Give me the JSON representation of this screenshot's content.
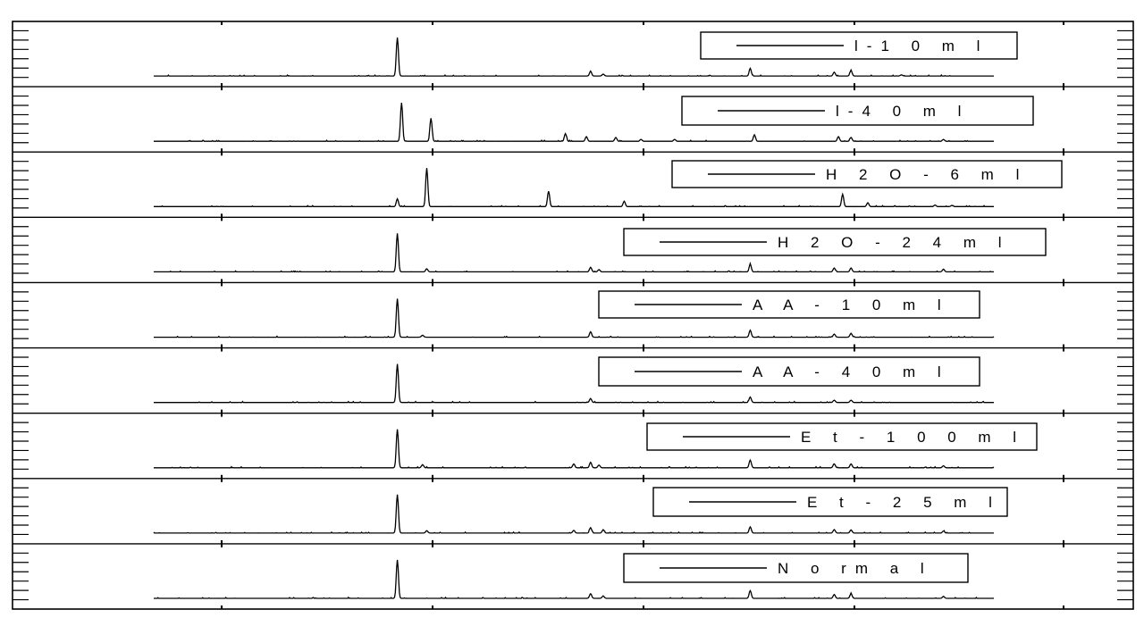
{
  "chart_data": {
    "type": "line",
    "layout_kind": "stacked-spectra",
    "axes_tick_labels_visible": false,
    "grid": false,
    "legend_placement": "top-right inside each panel",
    "colors": {
      "line": "#000000",
      "frame": "#000000",
      "legend_box": "#ffffff"
    },
    "xlim": [
      0,
      100
    ],
    "panels": [
      {
        "name": "l-10ml",
        "legend": "l-1 0 m l",
        "peaks": [
          [
            29,
            1.0
          ],
          [
            52,
            0.12
          ],
          [
            53.5,
            0.05
          ],
          [
            71,
            0.2
          ],
          [
            81,
            0.1
          ],
          [
            83,
            0.14
          ],
          [
            89,
            0.03
          ]
        ]
      },
      {
        "name": "l-40ml",
        "legend": "l-4 0 m l",
        "peaks": [
          [
            29.5,
            1.0
          ],
          [
            33,
            0.6
          ],
          [
            49,
            0.2
          ],
          [
            51.5,
            0.12
          ],
          [
            55,
            0.1
          ],
          [
            58,
            0.05
          ],
          [
            62,
            0.05
          ],
          [
            71.5,
            0.17
          ],
          [
            81.5,
            0.12
          ],
          [
            83,
            0.1
          ],
          [
            94,
            0.05
          ]
        ]
      },
      {
        "name": "H2O-6ml",
        "legend": "H 2 O - 6 m l",
        "peaks": [
          [
            29,
            0.2
          ],
          [
            32.5,
            1.0
          ],
          [
            47,
            0.4
          ],
          [
            56,
            0.14
          ],
          [
            82,
            0.32
          ],
          [
            85,
            0.1
          ],
          [
            93,
            0.04
          ],
          [
            95,
            0.03
          ]
        ]
      },
      {
        "name": "H2O-24ml",
        "legend": "H 2 O - 2 4 m l",
        "peaks": [
          [
            29,
            1.0
          ],
          [
            32.5,
            0.08
          ],
          [
            52,
            0.12
          ],
          [
            53,
            0.06
          ],
          [
            71,
            0.2
          ],
          [
            81,
            0.1
          ],
          [
            83,
            0.1
          ],
          [
            94,
            0.07
          ]
        ]
      },
      {
        "name": "AA-10ml",
        "legend": "A A - 1 0 m l",
        "peaks": [
          [
            29,
            1.0
          ],
          [
            32,
            0.05
          ],
          [
            52,
            0.14
          ],
          [
            71,
            0.18
          ],
          [
            81,
            0.08
          ],
          [
            83,
            0.1
          ]
        ]
      },
      {
        "name": "AA-40ml",
        "legend": "A A - 4 0 m l",
        "peaks": [
          [
            29,
            1.0
          ],
          [
            52,
            0.1
          ],
          [
            71,
            0.14
          ],
          [
            81,
            0.06
          ],
          [
            83,
            0.06
          ]
        ]
      },
      {
        "name": "Et-100ml",
        "legend": "E t - 1 0 0 m l",
        "peaks": [
          [
            29,
            1.0
          ],
          [
            32,
            0.08
          ],
          [
            50,
            0.1
          ],
          [
            52,
            0.14
          ],
          [
            53,
            0.07
          ],
          [
            71,
            0.2
          ],
          [
            81,
            0.1
          ],
          [
            83,
            0.1
          ],
          [
            94,
            0.05
          ]
        ]
      },
      {
        "name": "Et-25ml",
        "legend": "E t - 2 5 m l",
        "peaks": [
          [
            29,
            1.0
          ],
          [
            32.5,
            0.06
          ],
          [
            50,
            0.07
          ],
          [
            52,
            0.14
          ],
          [
            53.5,
            0.08
          ],
          [
            71,
            0.16
          ],
          [
            81,
            0.09
          ],
          [
            83,
            0.08
          ],
          [
            94,
            0.05
          ]
        ]
      },
      {
        "name": "Normal",
        "legend": "N o rm a l",
        "peaks": [
          [
            29,
            1.0
          ],
          [
            52,
            0.12
          ],
          [
            53.5,
            0.06
          ],
          [
            71,
            0.2
          ],
          [
            81,
            0.1
          ],
          [
            83,
            0.12
          ],
          [
            94,
            0.05
          ]
        ]
      }
    ]
  }
}
